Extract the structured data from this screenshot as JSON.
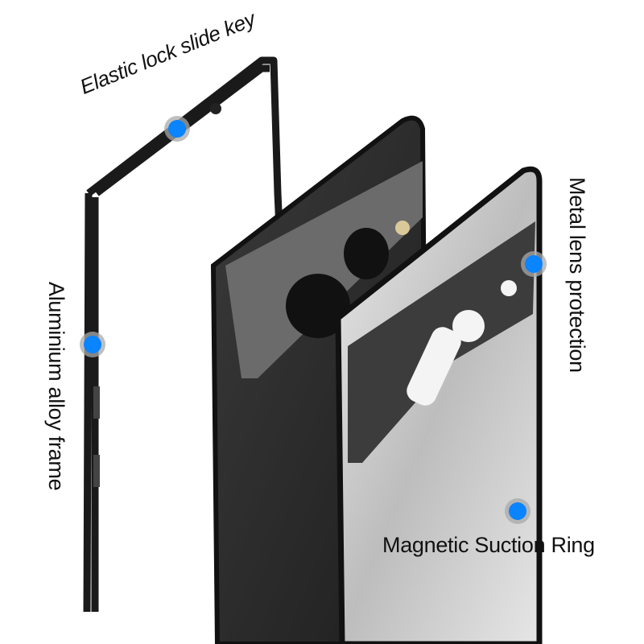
{
  "labels": {
    "slide_key": "Elastic lock slide key",
    "lens": "Metal lens protection",
    "frame": "Aluminium alloy frame",
    "magnetic": "Magnetic Suction Ring"
  },
  "colors": {
    "dot": "#0a84ff",
    "frame": "#1a1a1a",
    "phone_body": "#2b2b2b",
    "camera_bar": "#6b6b6b"
  }
}
